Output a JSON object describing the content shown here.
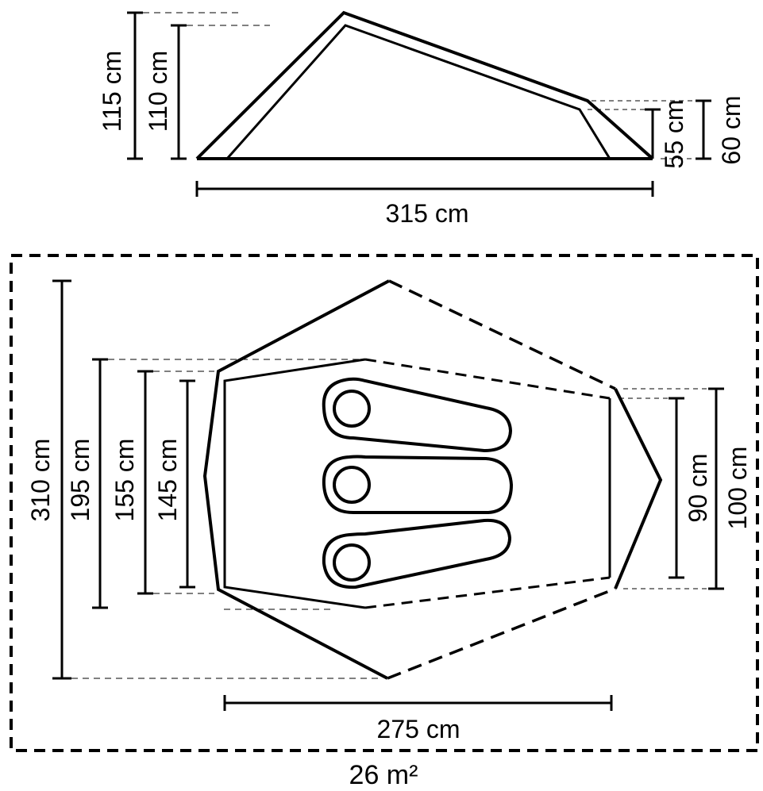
{
  "side_view": {
    "height_outer": "115 cm",
    "height_inner": "110 cm",
    "height_rear_inner": "55 cm",
    "height_rear_outer": "60 cm",
    "length": "315 cm"
  },
  "floor_plan": {
    "width_outer": "310 cm",
    "width_195": "195 cm",
    "width_155": "155 cm",
    "width_145": "145 cm",
    "rear_width_inner": "90 cm",
    "rear_width_outer": "100 cm",
    "inner_length": "275 cm",
    "area_label": "26 m²",
    "sleeping_bags": 3
  }
}
